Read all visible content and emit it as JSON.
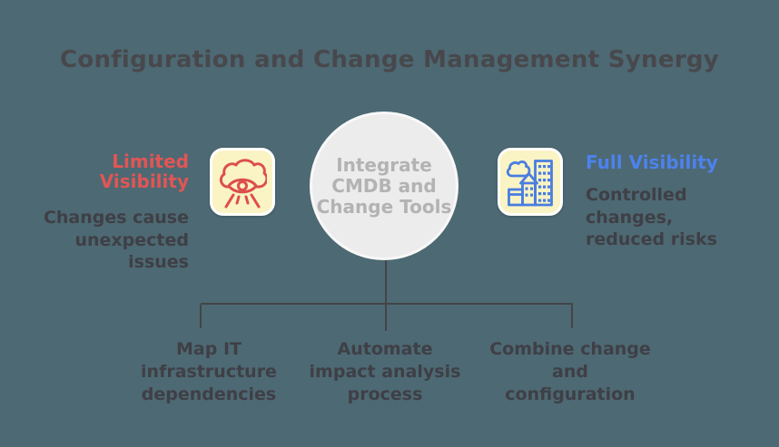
{
  "title": "Configuration and Change Management Synergy",
  "center_node": {
    "lines": [
      "Integrate",
      "CMDB and",
      "Change Tools"
    ]
  },
  "left_node": {
    "heading_lines": [
      "Limited",
      "Visibility"
    ],
    "body_lines": [
      "Changes cause",
      "unexpected",
      "issues"
    ],
    "icon": "eye-cloud-projection-icon"
  },
  "right_node": {
    "heading": "Full Visibility",
    "body_lines": [
      "Controlled",
      "changes,",
      "reduced risks"
    ],
    "icon": "city-buildings-cloud-icon"
  },
  "branches": [
    {
      "lines": [
        "Map IT",
        "infrastructure",
        "dependencies"
      ]
    },
    {
      "lines": [
        "Automate",
        "impact analysis",
        "process"
      ]
    },
    {
      "lines": [
        "Combine change",
        "and",
        "configuration"
      ]
    }
  ],
  "colors": {
    "background": "#4d6973",
    "title_text": "#48484c",
    "body_text": "#3f3f46",
    "accent_red": "#e25555",
    "accent_blue": "#4d82ee",
    "icon_red": "#dc4f4a",
    "icon_blue": "#4a7de0",
    "card_yellow": "#faf3c4",
    "card_border": "#ffffff",
    "circle_fill": "#ececec",
    "circle_border": "#f8f8f8",
    "circle_text": "#b3b3b3",
    "connector": "#424548"
  }
}
